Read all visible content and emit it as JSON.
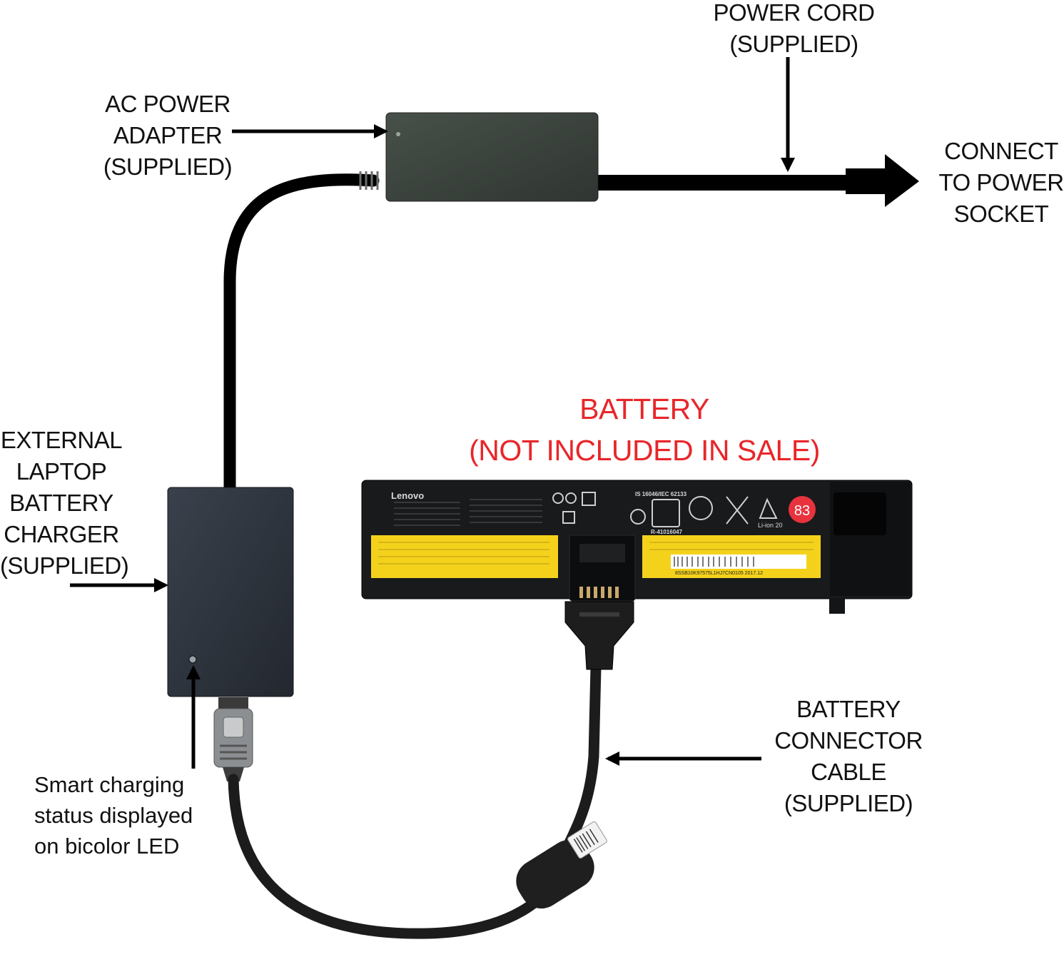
{
  "labels": {
    "power_cord": [
      "POWER CORD",
      "(SUPPLIED)"
    ],
    "ac_adapter": [
      "AC POWER",
      "ADAPTER",
      "(SUPPLIED)"
    ],
    "connect_socket": [
      "CONNECT",
      "TO POWER",
      "SOCKET"
    ],
    "battery": [
      "BATTERY",
      "(NOT INCLUDED IN SALE)"
    ],
    "external_charger": [
      "EXTERNAL",
      "LAPTOP",
      "BATTERY",
      "CHARGER",
      "(SUPPLIED)"
    ],
    "connector_cable": [
      "BATTERY",
      "CONNECTOR",
      "CABLE",
      "(SUPPLIED)"
    ],
    "led_status": [
      "Smart charging",
      "status displayed",
      "on bicolor LED"
    ]
  },
  "battery_label": {
    "brand": "Lenovo",
    "badge": "83",
    "standard": "IS 16046/IEC 62133",
    "model": "R-41016047",
    "chem": "Li-ion 20",
    "serial": "8SSB10K97575L1HJ7CN0105 2017.12"
  },
  "colors": {
    "label_text": "#111111",
    "battery_label_red": "#e8262a",
    "cable": "#000000",
    "adapter_body": "#3b433c",
    "charger_body": "#2d333d",
    "battery_body": "#181a1c",
    "battery_sticker": "#f4d21c",
    "badge": "#e8333c"
  }
}
